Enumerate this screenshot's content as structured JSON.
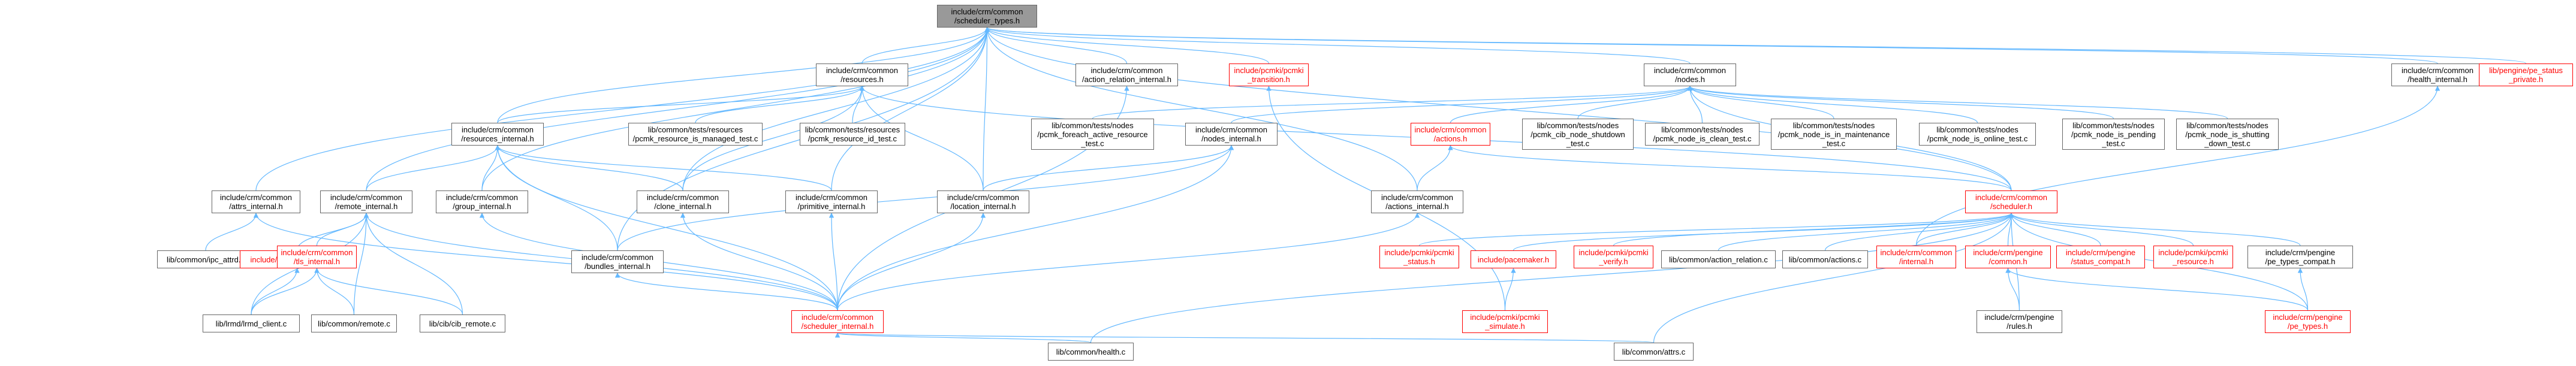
{
  "diagram": {
    "edge_color": "#63b8ff",
    "nodes": [
      {
        "id": "root",
        "label": "include/crm/common\n/scheduler_types.h",
        "style": "root"
      },
      {
        "id": "resources_h",
        "label": "include/crm/common\n/resources.h",
        "style": "normal"
      },
      {
        "id": "action_relation_internal",
        "label": "include/crm/common\n/action_relation_internal.h",
        "style": "normal"
      },
      {
        "id": "pcmki_transition",
        "label": "include/pcmki/pcmki\n_transition.h",
        "style": "red"
      },
      {
        "id": "nodes_h",
        "label": "include/crm/common\n/nodes.h",
        "style": "normal"
      },
      {
        "id": "health_internal",
        "label": "include/crm/common\n/health_internal.h",
        "style": "normal"
      },
      {
        "id": "pe_status_private",
        "label": "lib/pengine/pe_status\n_private.h",
        "style": "red"
      },
      {
        "id": "resources_internal",
        "label": "include/crm/common\n/resources_internal.h",
        "style": "normal"
      },
      {
        "id": "res_managed_test",
        "label": "lib/common/tests/resources\n/pcmk_resource_is_managed_test.c",
        "style": "normal"
      },
      {
        "id": "res_id_test",
        "label": "lib/common/tests/resources\n/pcmk_resource_id_test.c",
        "style": "normal"
      },
      {
        "id": "foreach_active_test",
        "label": "lib/common/tests/nodes\n/pcmk_foreach_active_resource\n_test.c",
        "style": "normal"
      },
      {
        "id": "nodes_internal",
        "label": "include/crm/common\n/nodes_internal.h",
        "style": "normal"
      },
      {
        "id": "actions_h",
        "label": "include/crm/common\n/actions.h",
        "style": "red"
      },
      {
        "id": "cib_shutdown_test",
        "label": "lib/common/tests/nodes\n/pcmk_cib_node_shutdown\n_test.c",
        "style": "normal"
      },
      {
        "id": "node_clean_test",
        "label": "lib/common/tests/nodes\n/pcmk_node_is_clean_test.c",
        "style": "normal"
      },
      {
        "id": "maintenance_test",
        "label": "lib/common/tests/nodes\n/pcmk_node_is_in_maintenance\n_test.c",
        "style": "normal"
      },
      {
        "id": "online_test",
        "label": "lib/common/tests/nodes\n/pcmk_node_is_online_test.c",
        "style": "normal"
      },
      {
        "id": "pending_test",
        "label": "lib/common/tests/nodes\n/pcmk_node_is_pending\n_test.c",
        "style": "normal"
      },
      {
        "id": "shutting_down_test",
        "label": "lib/common/tests/nodes\n/pcmk_node_is_shutting\n_down_test.c",
        "style": "normal"
      },
      {
        "id": "attrs_internal",
        "label": "include/crm/common\n/attrs_internal.h",
        "style": "normal"
      },
      {
        "id": "remote_internal",
        "label": "include/crm/common\n/remote_internal.h",
        "style": "normal"
      },
      {
        "id": "group_internal",
        "label": "include/crm/common\n/group_internal.h",
        "style": "normal"
      },
      {
        "id": "clone_internal",
        "label": "include/crm/common\n/clone_internal.h",
        "style": "normal"
      },
      {
        "id": "primitive_internal",
        "label": "include/crm/common\n/primitive_internal.h",
        "style": "normal"
      },
      {
        "id": "location_internal",
        "label": "include/crm/common\n/location_internal.h",
        "style": "normal"
      },
      {
        "id": "actions_internal",
        "label": "include/crm/common\n/actions_internal.h",
        "style": "normal"
      },
      {
        "id": "scheduler_h",
        "label": "include/crm/common\n/scheduler.h",
        "style": "red"
      },
      {
        "id": "ipc_attrd",
        "label": "lib/common/ipc_attrd.c",
        "style": "normal"
      },
      {
        "id": "lrmd_internal",
        "label": "include/crm/lrmd_internal.h",
        "style": "red"
      },
      {
        "id": "tls_internal",
        "label": "include/crm/common\n/tls_internal.h",
        "style": "red"
      },
      {
        "id": "bundles_internal",
        "label": "include/crm/common\n/bundles_internal.h",
        "style": "normal"
      },
      {
        "id": "lrmd_client",
        "label": "lib/lrmd/lrmd_client.c",
        "style": "normal"
      },
      {
        "id": "remote_c",
        "label": "lib/common/remote.c",
        "style": "normal"
      },
      {
        "id": "cib_remote",
        "label": "lib/cib/cib_remote.c",
        "style": "normal"
      },
      {
        "id": "scheduler_internal",
        "label": "include/crm/common\n/scheduler_internal.h",
        "style": "red"
      },
      {
        "id": "pcmki_status",
        "label": "include/pcmki/pcmki\n_status.h",
        "style": "red"
      },
      {
        "id": "pacemaker_h",
        "label": "include/pacemaker.h",
        "style": "red"
      },
      {
        "id": "pcmki_verify",
        "label": "include/pcmki/pcmki\n_verify.h",
        "style": "red"
      },
      {
        "id": "action_relation_c",
        "label": "lib/common/action_relation.c",
        "style": "normal"
      },
      {
        "id": "actions_c",
        "label": "lib/common/actions.c",
        "style": "normal"
      },
      {
        "id": "internal_h",
        "label": "include/crm/common\n/internal.h",
        "style": "red"
      },
      {
        "id": "pengine_common",
        "label": "include/crm/pengine\n/common.h",
        "style": "red"
      },
      {
        "id": "status_compat",
        "label": "include/crm/pengine\n/status_compat.h",
        "style": "red"
      },
      {
        "id": "pcmki_resource",
        "label": "include/pcmki/pcmki\n_resource.h",
        "style": "red"
      },
      {
        "id": "pe_types_compat",
        "label": "include/crm/pengine\n/pe_types_compat.h",
        "style": "normal"
      },
      {
        "id": "pcmki_simulate",
        "label": "include/pcmki/pcmki\n_simulate.h",
        "style": "red"
      },
      {
        "id": "rules_h",
        "label": "include/crm/pengine\n/rules.h",
        "style": "normal"
      },
      {
        "id": "pe_types_h",
        "label": "include/crm/pengine\n/pe_types.h",
        "style": "red"
      },
      {
        "id": "health_c",
        "label": "lib/common/health.c",
        "style": "normal"
      },
      {
        "id": "attrs_c",
        "label": "lib/common/attrs.c",
        "style": "normal"
      }
    ],
    "edges": [
      [
        "resources_h",
        "root"
      ],
      [
        "action_relation_internal",
        "root"
      ],
      [
        "pcmki_transition",
        "root"
      ],
      [
        "nodes_h",
        "root"
      ],
      [
        "health_internal",
        "root"
      ],
      [
        "pe_status_private",
        "root"
      ],
      [
        "resources_internal",
        "root"
      ],
      [
        "attrs_internal",
        "root"
      ],
      [
        "remote_internal",
        "root"
      ],
      [
        "group_internal",
        "root"
      ],
      [
        "clone_internal",
        "root"
      ],
      [
        "primitive_internal",
        "root"
      ],
      [
        "location_internal",
        "root"
      ],
      [
        "actions_internal",
        "root"
      ],
      [
        "scheduler_h",
        "root"
      ],
      [
        "bundles_internal",
        "root"
      ],
      [
        "resources_internal",
        "resources_h"
      ],
      [
        "res_managed_test",
        "resources_h"
      ],
      [
        "res_id_test",
        "resources_h"
      ],
      [
        "clone_internal",
        "resources_h"
      ],
      [
        "location_internal",
        "resources_h"
      ],
      [
        "scheduler_h",
        "resources_h"
      ],
      [
        "foreach_active_test",
        "nodes_h"
      ],
      [
        "nodes_internal",
        "nodes_h"
      ],
      [
        "actions_h",
        "nodes_h"
      ],
      [
        "cib_shutdown_test",
        "nodes_h"
      ],
      [
        "node_clean_test",
        "nodes_h"
      ],
      [
        "maintenance_test",
        "nodes_h"
      ],
      [
        "online_test",
        "nodes_h"
      ],
      [
        "pending_test",
        "nodes_h"
      ],
      [
        "shutting_down_test",
        "nodes_h"
      ],
      [
        "scheduler_h",
        "nodes_h"
      ],
      [
        "remote_internal",
        "resources_internal"
      ],
      [
        "group_internal",
        "resources_internal"
      ],
      [
        "clone_internal",
        "resources_internal"
      ],
      [
        "primitive_internal",
        "resources_internal"
      ],
      [
        "bundles_internal",
        "resources_internal"
      ],
      [
        "scheduler_internal",
        "resources_internal"
      ],
      [
        "location_internal",
        "nodes_internal"
      ],
      [
        "bundles_internal",
        "nodes_internal"
      ],
      [
        "scheduler_internal",
        "nodes_internal"
      ],
      [
        "actions_internal",
        "actions_h"
      ],
      [
        "scheduler_h",
        "actions_h"
      ],
      [
        "ipc_attrd",
        "attrs_internal"
      ],
      [
        "scheduler_internal",
        "attrs_internal"
      ],
      [
        "lrmd_internal",
        "remote_internal"
      ],
      [
        "tls_internal",
        "remote_internal"
      ],
      [
        "lrmd_client",
        "remote_internal"
      ],
      [
        "remote_c",
        "remote_internal"
      ],
      [
        "cib_remote",
        "remote_internal"
      ],
      [
        "scheduler_internal",
        "remote_internal"
      ],
      [
        "scheduler_internal",
        "group_internal"
      ],
      [
        "scheduler_internal",
        "clone_internal"
      ],
      [
        "scheduler_internal",
        "primitive_internal"
      ],
      [
        "scheduler_internal",
        "location_internal"
      ],
      [
        "scheduler_internal",
        "actions_internal"
      ],
      [
        "scheduler_internal",
        "bundles_internal"
      ],
      [
        "scheduler_internal",
        "action_relation_internal"
      ],
      [
        "pcmki_simulate",
        "pcmki_transition"
      ],
      [
        "lrmd_client",
        "lrmd_internal"
      ],
      [
        "lrmd_client",
        "tls_internal"
      ],
      [
        "remote_c",
        "tls_internal"
      ],
      [
        "cib_remote",
        "tls_internal"
      ],
      [
        "health_c",
        "scheduler_internal"
      ],
      [
        "attrs_c",
        "scheduler_internal"
      ],
      [
        "pcmki_status",
        "scheduler_h"
      ],
      [
        "pacemaker_h",
        "scheduler_h"
      ],
      [
        "pcmki_verify",
        "scheduler_h"
      ],
      [
        "action_relation_c",
        "scheduler_h"
      ],
      [
        "actions_c",
        "scheduler_h"
      ],
      [
        "internal_h",
        "scheduler_h"
      ],
      [
        "pengine_common",
        "scheduler_h"
      ],
      [
        "status_compat",
        "scheduler_h"
      ],
      [
        "pcmki_resource",
        "scheduler_h"
      ],
      [
        "pe_types_compat",
        "scheduler_h"
      ],
      [
        "pe_types_h",
        "scheduler_h"
      ],
      [
        "health_c",
        "scheduler_h"
      ],
      [
        "attrs_c",
        "scheduler_h"
      ],
      [
        "rules_h",
        "scheduler_h"
      ],
      [
        "pcmki_simulate",
        "pacemaker_h"
      ],
      [
        "internal_h",
        "health_internal"
      ],
      [
        "rules_h",
        "pengine_common"
      ],
      [
        "pe_types_h",
        "pengine_common"
      ],
      [
        "pe_types_h",
        "pe_types_compat"
      ]
    ]
  }
}
